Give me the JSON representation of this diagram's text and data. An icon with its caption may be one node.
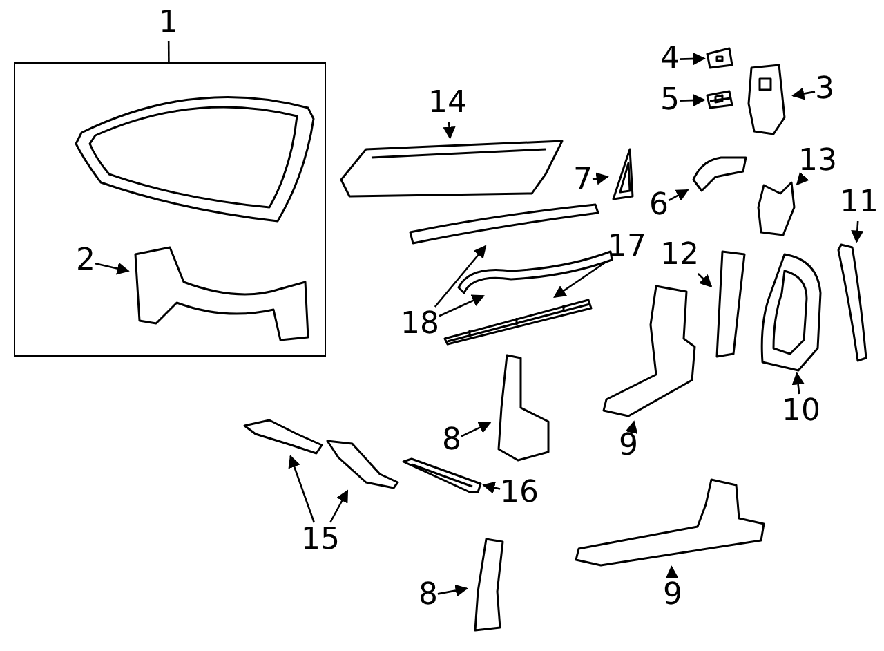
{
  "diagram": {
    "nodes": [
      {
        "text": [
          "1"
        ]
      },
      {
        "text": [],
        "shape": "box"
      },
      {
        "text": [],
        "shape": "picture",
        "in": 1
      },
      {
        "text": [],
        "shape": "picture",
        "in": 1
      },
      {
        "text": [
          "2"
        ],
        "in": 1
      },
      {
        "text": [
          "4"
        ]
      },
      {
        "text": [],
        "shape": "picture"
      },
      {
        "text": [
          "3"
        ]
      },
      {
        "text": [],
        "shape": "picture"
      },
      {
        "text": [
          "14"
        ]
      },
      {
        "text": [],
        "shape": "picture"
      },
      {
        "text": [
          "5"
        ]
      },
      {
        "text": [],
        "shape": "picture"
      },
      {
        "text": [
          "7"
        ]
      },
      {
        "text": [],
        "shape": "picture"
      },
      {
        "text": [
          "6"
        ]
      },
      {
        "text": [],
        "shape": "picture"
      },
      {
        "text": [
          "13"
        ]
      },
      {
        "text": [],
        "shape": "picture"
      },
      {
        "text": [
          "11"
        ]
      },
      {
        "text": [],
        "shape": "picture"
      },
      {
        "text": [
          "17"
        ]
      },
      {
        "text": [],
        "shape": "picture"
      },
      {
        "text": [
          "12"
        ]
      },
      {
        "text": [],
        "shape": "picture"
      },
      {
        "text": [
          "18"
        ]
      },
      {
        "text": [],
        "shape": "picture"
      },
      {
        "text": [],
        "shape": "picture"
      },
      {
        "text": [
          "10"
        ]
      },
      {
        "text": [],
        "shape": "picture"
      },
      {
        "text": [
          "8"
        ]
      },
      {
        "text": [],
        "shape": "picture"
      },
      {
        "text": [
          "9"
        ]
      },
      {
        "text": [],
        "shape": "picture"
      },
      {
        "text": [
          "16"
        ]
      },
      {
        "text": [],
        "shape": "picture"
      },
      {
        "text": [
          "15"
        ]
      },
      {
        "text": [],
        "shape": "picture"
      },
      {
        "text": [],
        "shape": "picture"
      },
      {
        "text": [
          "8"
        ]
      },
      {
        "text": [],
        "shape": "picture"
      },
      {
        "text": [
          "9"
        ]
      },
      {
        "text": [],
        "shape": "picture"
      }
    ],
    "edges": [
      {
        "from": 0,
        "to": 1,
        "arrow": "none"
      },
      {
        "from": 4,
        "to": 3,
        "arrow": "to"
      },
      {
        "from": 5,
        "to": 6,
        "arrow": "to"
      },
      {
        "from": 7,
        "to": 8,
        "arrow": "to"
      },
      {
        "from": 9,
        "to": 10,
        "arrow": "to"
      },
      {
        "from": 11,
        "to": 12,
        "arrow": "to"
      },
      {
        "from": 13,
        "to": 14,
        "arrow": "to"
      },
      {
        "from": 15,
        "to": 16,
        "arrow": "to"
      },
      {
        "from": 17,
        "to": 18,
        "arrow": "to"
      },
      {
        "from": 19,
        "to": 20,
        "arrow": "to"
      },
      {
        "from": 21,
        "to": 22,
        "arrow": "to"
      },
      {
        "from": 23,
        "to": 24,
        "arrow": "to"
      },
      {
        "from": 25,
        "to": 26,
        "arrow": "to"
      },
      {
        "from": 25,
        "to": 27,
        "arrow": "to"
      },
      {
        "from": 28,
        "to": 29,
        "arrow": "to"
      },
      {
        "from": 30,
        "to": 31,
        "arrow": "to"
      },
      {
        "from": 32,
        "to": 33,
        "arrow": "to"
      },
      {
        "from": 34,
        "to": 35,
        "arrow": "to"
      },
      {
        "from": 36,
        "to": 37,
        "arrow": "to"
      },
      {
        "from": 36,
        "to": 38,
        "arrow": "to"
      },
      {
        "from": 39,
        "to": 40,
        "arrow": "to"
      },
      {
        "from": 41,
        "to": 42,
        "arrow": "to"
      }
    ]
  }
}
